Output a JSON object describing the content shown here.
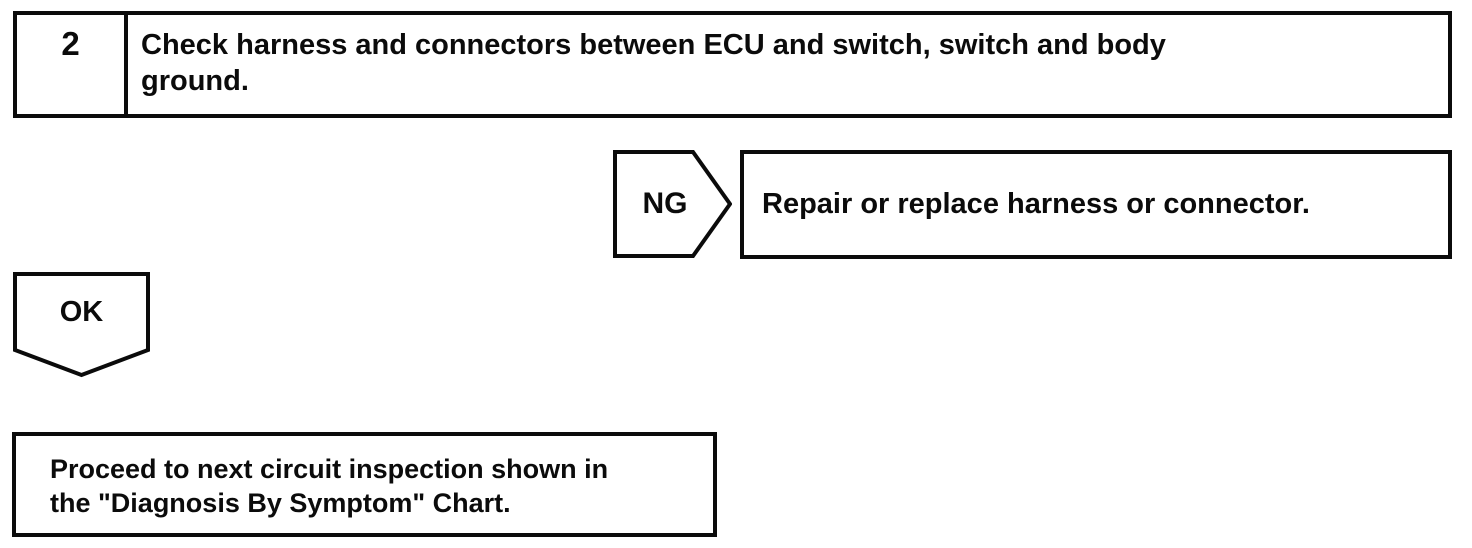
{
  "flowchart": {
    "step": {
      "number": "2",
      "instruction": "Check harness and connectors between ECU and switch, switch and body ground.",
      "instruction_lines": [
        "Check harness and connectors between ECU and switch, switch and body",
        "ground."
      ]
    },
    "ng": {
      "label": "NG",
      "action": "Repair or replace harness or connector."
    },
    "ok": {
      "label": "OK",
      "action": "Proceed to next circuit inspection shown in the \"Diagnosis By Symptom\" Chart.",
      "action_lines": [
        "Proceed to next circuit inspection shown in",
        "the \"Diagnosis By Symptom\" Chart."
      ]
    },
    "colors": {
      "ink": "#0b0b0b",
      "background": "#ffffff"
    }
  }
}
